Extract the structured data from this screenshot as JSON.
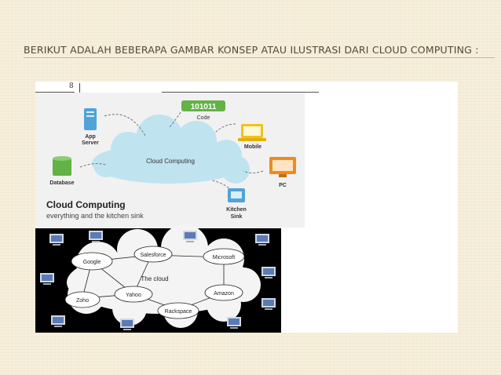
{
  "slide": {
    "title": "BERIKUT ADALAH BEBERAPA GAMBAR KONSEP ATAU ILUSTRASI DARI CLOUD COMPUTING :",
    "page_marker": "8"
  },
  "diagram1": {
    "code_bits": "101011",
    "nodes": {
      "code": "Code",
      "app_server_line1": "App",
      "app_server_line2": "Server",
      "mobile": "Mobile",
      "cloud": "Cloud Computing",
      "database": "Database",
      "pc": "PC",
      "kitchen_sink_line1": "Kitchen",
      "kitchen_sink_line2": "Sink"
    },
    "heading": "Cloud Computing",
    "subheading": "everything and the kitchen sink"
  },
  "diagram2": {
    "center": "The cloud",
    "nodes": {
      "salesforce": "Salesforce",
      "microsoft": "Microsoft",
      "google": "Google",
      "yahoo": "Yahoo",
      "amazon": "Amazon",
      "zoho": "Zoho",
      "rackspace": "Rackspace"
    }
  },
  "colors": {
    "background": "#f6efdc",
    "title": "#55463a",
    "cloud_fill": "#bfe3ef",
    "code_green": "#62b246",
    "mobile_yellow": "#f2c21b",
    "pc_orange": "#ef8a1f",
    "icon_blue": "#4fa3d8"
  }
}
